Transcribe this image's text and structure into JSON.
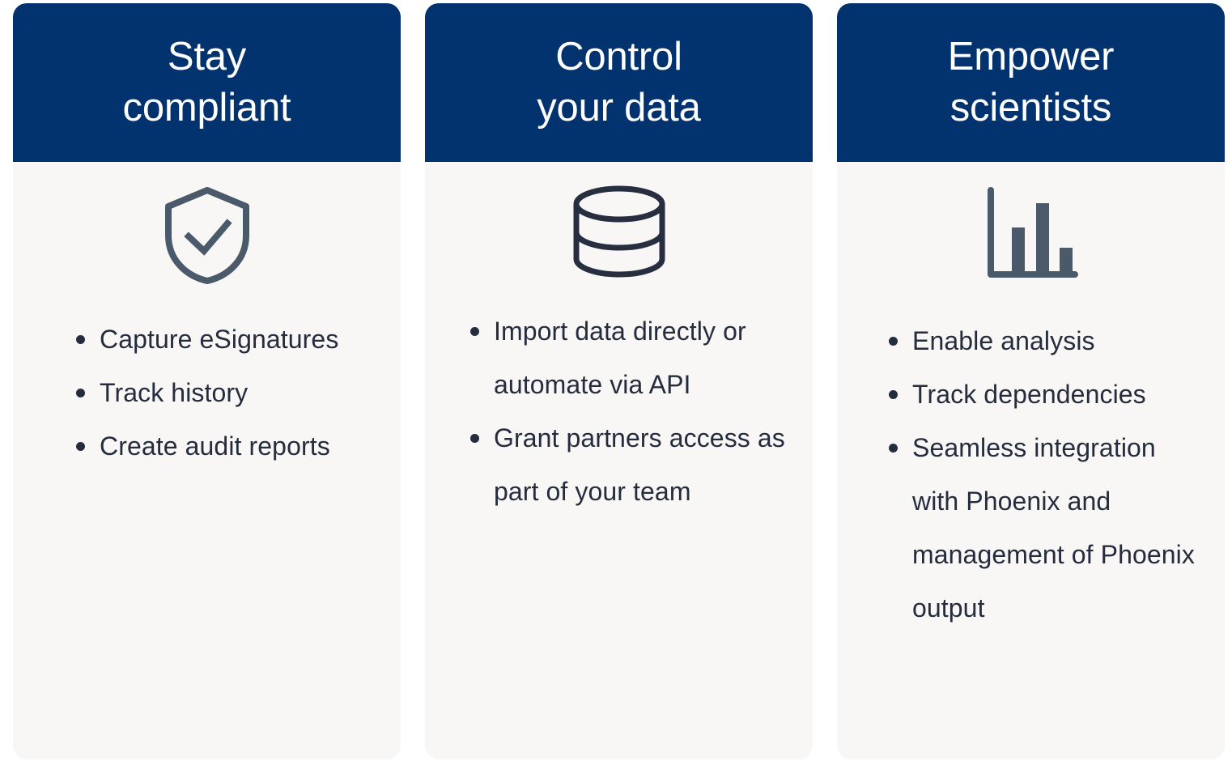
{
  "page": {
    "background": "#ffffff",
    "card_header_color": "#03336f",
    "card_body_color": "#f8f7f5",
    "text_color": "#252c3d",
    "icon_color_slate": "#4a5a6a",
    "icon_color_navy": "#262e3f"
  },
  "cards": [
    {
      "title": "Stay\ncompliant",
      "icon": "shield-check-icon",
      "bullets": [
        "Capture eSignatures",
        "Track history",
        "Create audit reports"
      ]
    },
    {
      "title": "Control\nyour data",
      "icon": "database-icon",
      "bullets": [
        "Import data directly or automate via API",
        "Grant partners access as part of your team"
      ]
    },
    {
      "title": "Empower\nscientists",
      "icon": "bar-chart-icon",
      "bullets": [
        "Enable analysis",
        "Track dependencies",
        "Seamless integration with Phoenix and management of Phoenix output"
      ]
    }
  ]
}
